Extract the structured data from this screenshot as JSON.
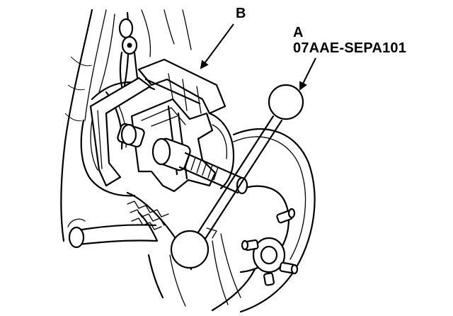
{
  "labels": {
    "b": "B",
    "a_letter": "A",
    "a_part_number": "07AAE-SEPA101"
  },
  "colors": {
    "line": "#000000",
    "background": "#ffffff"
  }
}
